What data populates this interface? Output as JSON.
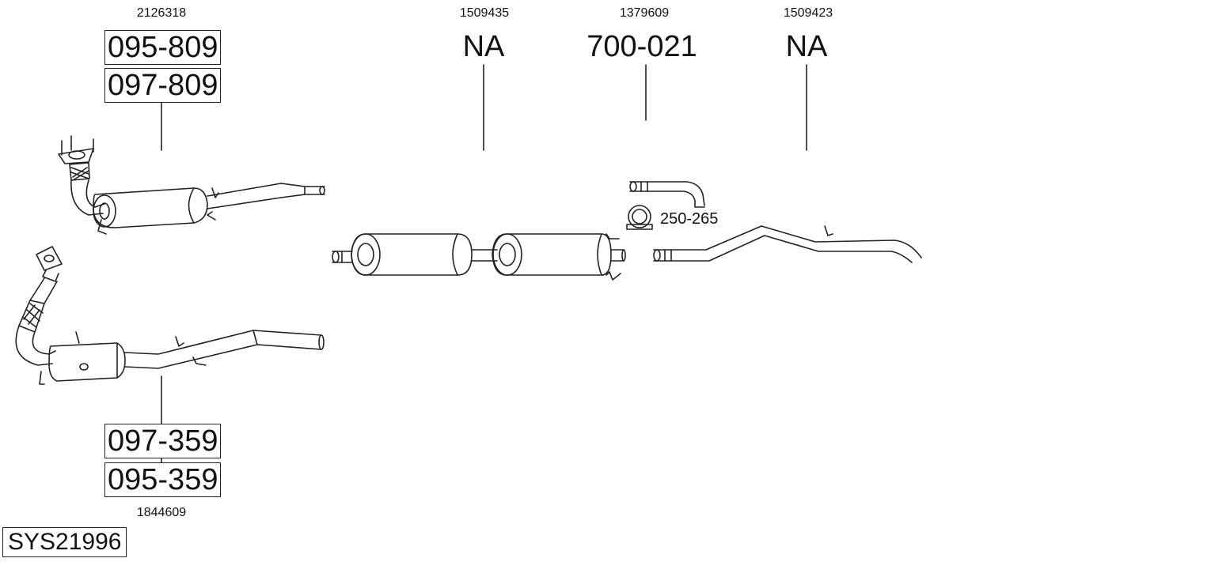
{
  "parts": {
    "front_top": {
      "ref": "2126318",
      "codes": [
        "095-809",
        "097-809"
      ]
    },
    "front_bottom": {
      "ref": "1844609",
      "codes": [
        "097-359",
        "095-359"
      ]
    },
    "middle": {
      "ref": "1509435",
      "code": "NA"
    },
    "tailpipe": {
      "ref": "1379609",
      "code": "700-021"
    },
    "rear": {
      "ref": "1509423",
      "code": "NA"
    },
    "clamp": {
      "code": "250-265"
    }
  },
  "system_id": "SYS21996"
}
